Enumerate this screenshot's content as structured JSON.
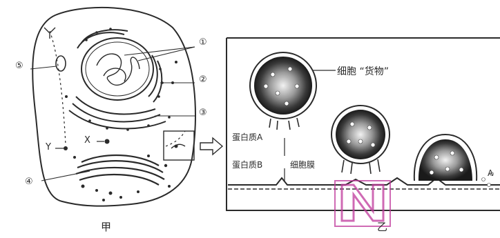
{
  "panel_a": {
    "caption": "甲",
    "labels": {
      "n1": "①",
      "n2": "②",
      "n3": "③",
      "n4": "④",
      "n5": "⑤",
      "x": "X",
      "y": "Y"
    }
  },
  "panel_b": {
    "caption": "乙",
    "cargo_label": "细胞 “货物”",
    "protein_a": "蛋白质A",
    "protein_b": "蛋白质B",
    "membrane_label": "细胞膜",
    "edge_letter": "A"
  },
  "colors": {
    "line": "#2a2a2a",
    "watermark": "#c0399b"
  }
}
